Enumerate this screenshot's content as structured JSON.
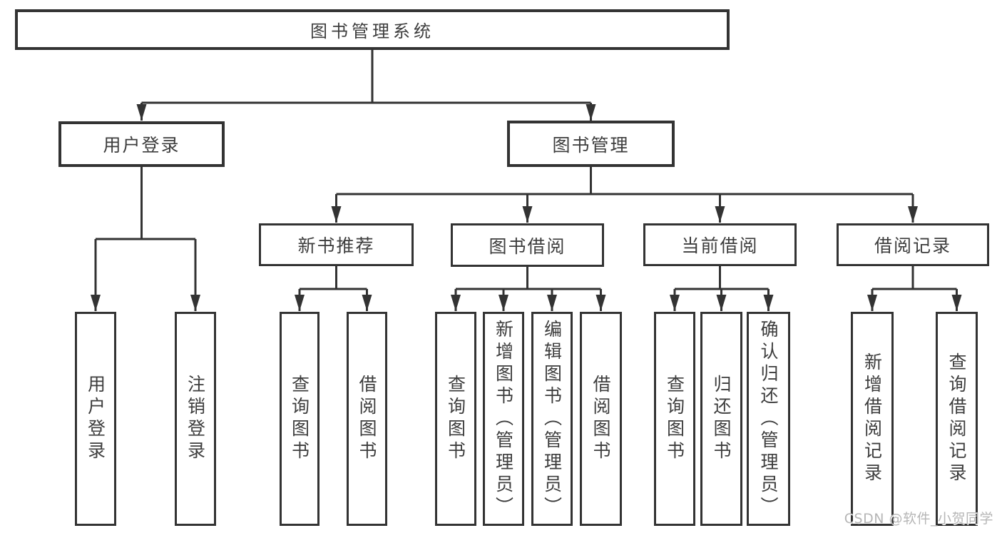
{
  "nodes": {
    "root": {
      "label": "图书管理系统"
    },
    "level2": [
      {
        "label": "用户登录"
      },
      {
        "label": "图书管理"
      }
    ],
    "level3": [
      {
        "label": "新书推荐"
      },
      {
        "label": "图书借阅"
      },
      {
        "label": "当前借阅"
      },
      {
        "label": "借阅记录"
      }
    ],
    "leaves": [
      {
        "label": "用户登录",
        "parent": "用户登录"
      },
      {
        "label": "注销登录",
        "parent": "用户登录"
      },
      {
        "label": "查询图书",
        "parent": "新书推荐"
      },
      {
        "label": "借阅图书",
        "parent": "新书推荐"
      },
      {
        "label": "查询图书",
        "parent": "图书借阅"
      },
      {
        "label": "新增图书（管理员）",
        "parent": "图书借阅"
      },
      {
        "label": "编辑图书（管理员）",
        "parent": "图书借阅"
      },
      {
        "label": "借阅图书",
        "parent": "图书借阅"
      },
      {
        "label": "查询图书",
        "parent": "当前借阅"
      },
      {
        "label": "归还图书",
        "parent": "当前借阅"
      },
      {
        "label": "确认归还（管理员）",
        "parent": "当前借阅"
      },
      {
        "label": "新增借阅记录",
        "parent": "借阅记录"
      },
      {
        "label": "查询借阅记录",
        "parent": "借阅记录"
      }
    ]
  },
  "hierarchy": {
    "图书管理系统": [
      "用户登录",
      "图书管理"
    ],
    "用户登录": [
      "用户登录",
      "注销登录"
    ],
    "图书管理": [
      "新书推荐",
      "图书借阅",
      "当前借阅",
      "借阅记录"
    ],
    "新书推荐": [
      "查询图书",
      "借阅图书"
    ],
    "图书借阅": [
      "查询图书",
      "新增图书（管理员）",
      "编辑图书（管理员）",
      "借阅图书"
    ],
    "当前借阅": [
      "查询图书",
      "归还图书",
      "确认归还（管理员）"
    ],
    "借阅记录": [
      "新增借阅记录",
      "查询借阅记录"
    ]
  },
  "watermark": {
    "text": "CSDN @软件_小贺同学"
  },
  "colors": {
    "line": "#333333",
    "border": "#333333",
    "text": "#3d3d3d",
    "background": "#ffffff",
    "watermark": "#b6b6b6"
  }
}
